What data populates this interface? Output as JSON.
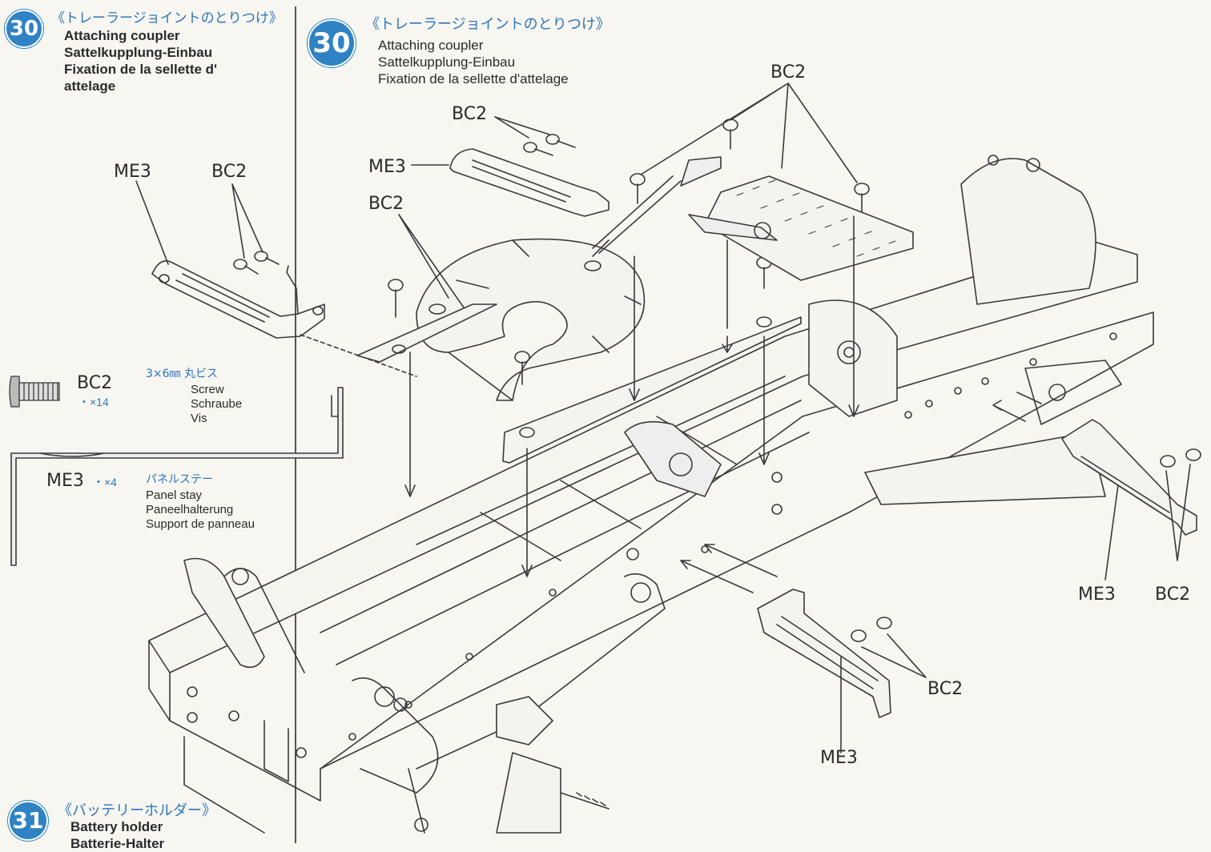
{
  "step30_small": {
    "number": "30",
    "jp_title": "《トレーラージョイントのとりつけ》",
    "lines": [
      "Attaching coupler",
      "Sattelkupplung-Einbau",
      "Fixation de la sellette d'",
      "attelage"
    ]
  },
  "step30_main": {
    "number": "30",
    "jp_title": "《トレーラージョイントのとりつけ》",
    "lines": [
      "Attaching coupler",
      "Sattelkupplung-Einbau",
      "Fixation de la sellette d'attelage"
    ]
  },
  "step31": {
    "number": "31",
    "jp_title": "《バッテリーホルダー》",
    "lines": [
      "Battery holder",
      "Batterie-Halter"
    ]
  },
  "parts": {
    "bc2": {
      "code": "BC2",
      "qty": "・×14",
      "jp": "3×6㎜ 丸ビス",
      "names": [
        "Screw",
        "Schraube",
        "Vis"
      ]
    },
    "me3": {
      "code": "ME3",
      "qty": "・×4",
      "jp": "パネルステー",
      "names": [
        "Panel stay",
        "Paneelhalterung",
        "Support de panneau"
      ]
    }
  },
  "callouts": {
    "me3": "ME3",
    "bc2": "BC2"
  },
  "colors": {
    "accent": "#2f82c4",
    "line": "#3a3a3a",
    "paper": "#f7f6f1"
  }
}
